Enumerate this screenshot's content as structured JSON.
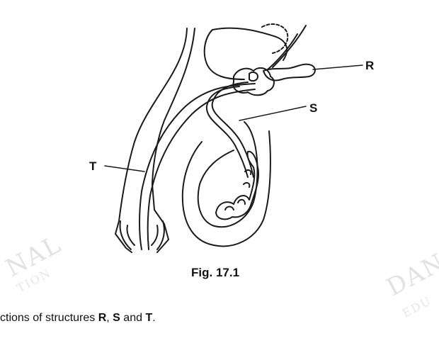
{
  "labels": {
    "r": "R",
    "s": "S",
    "t": "T"
  },
  "caption": "Fig. 17.1",
  "watermark": {
    "left_big": "NAL",
    "left_small": "TION",
    "right_big": "DAN",
    "right_small": "EDU"
  },
  "question": {
    "prefix": "ctions of structures ",
    "r": "R",
    "sep1": ", ",
    "s": "S",
    "sep2": " and ",
    "t": "T",
    "end": "."
  }
}
